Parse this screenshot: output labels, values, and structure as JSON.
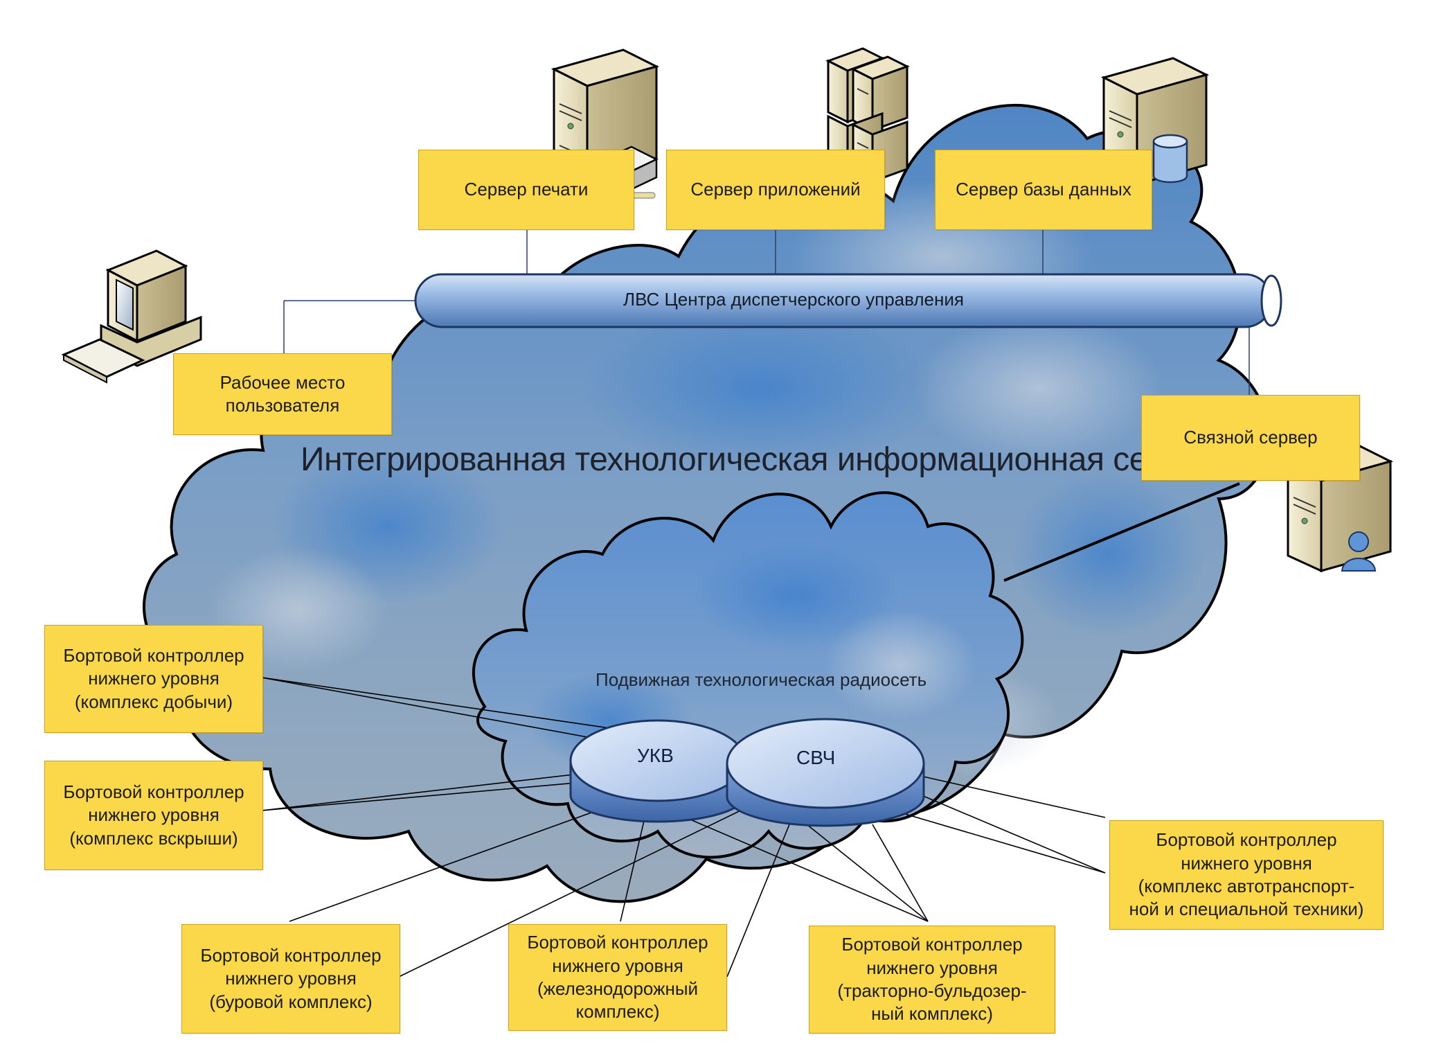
{
  "network": {
    "title": "Интегрированная технологическая информационная сеть (ИТИС)",
    "lan_label": "ЛВС Центра диспетчерского управления",
    "radio_network_label": "Подвижная технологическая радиосеть",
    "ukv_label": "УКВ",
    "svch_label": "СВЧ"
  },
  "servers": {
    "print": "Сервер печати",
    "app": "Сервер приложений",
    "db": "Сервер базы данных",
    "comm": "Связной сервер"
  },
  "workstation": "Рабочее место\nпользователя",
  "controllers": [
    "Бортовой контроллер\nнижнего уровня\n(комплекс добычи)",
    "Бортовой контроллер\nнижнего уровня\n(комплекс вскрыши)",
    "Бортовой контроллер\nнижнего уровня\n(буровой комплекс)",
    "Бортовой контроллер\nнижнего уровня\n(железнодорожный\nкомплекс)",
    "Бортовой контроллер\nнижнего уровня\n(тракторно-бульдозер-\nный комплекс)",
    "Бортовой контроллер\nнижнего уровня\n(комплекс автотранспорт-\nной и специальной техники)"
  ],
  "colors": {
    "label_fill": "#fbd84a",
    "label_border": "#c9a21a",
    "cloud_fill": "#6f96c2",
    "cloud_outline": "#000000",
    "lan_pipe": "#7fa4d4",
    "disk": "#b9cdeb"
  }
}
